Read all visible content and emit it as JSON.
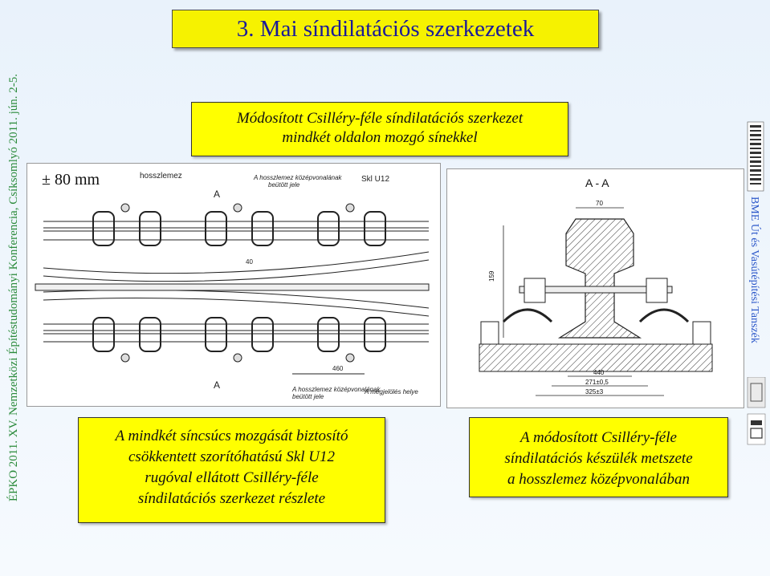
{
  "title": "3. Mai síndilatációs szerkezetek",
  "left_vertical": "ÉPKO 2011. XV. Nemzetközi Építéstudományi Konferencia, Csíksomlyó 2011. jún. 2-5.",
  "right_vertical": "BME Út és Vasútépítési Tanszék",
  "caption_top": [
    "Módosított Csilléry-féle síndilatációs szerkezet",
    "mindkét oldalon mozgó sínekkel"
  ],
  "dimension_label": "± 80 mm",
  "caption_left": [
    "A mindkét síncsúcs mozgását biztosító",
    "csökkentett szorítóhatású Skl U12",
    "rugóval ellátott Csilléry-féle",
    "síndilatációs szerkezet részlete"
  ],
  "caption_right": [
    "A módosított Csilléry-féle",
    "síndilatációs készülék metszete",
    "a hosszlemez középvonalában"
  ],
  "drawing_left": {
    "label_hosszlemez": "hosszlemez",
    "label_skl": "Skl U12",
    "label_top_note": "A hosszlemez középvonalának",
    "label_top_note2": "beütött jele",
    "label_bottom_note": "A hosszlemez középvonalának",
    "label_bottom_note2": "beütött jele",
    "label_meg_helye": "A megjelölés helye",
    "label_a_top": "A",
    "label_a_bottom": "A",
    "dim_40": "40",
    "dim_460": "460"
  },
  "drawing_right": {
    "section_label": "A - A",
    "dim_70": "70",
    "dim_159": "159",
    "dim_440": "440",
    "dim_271": "271±0,5",
    "dim_325": "325±3"
  }
}
